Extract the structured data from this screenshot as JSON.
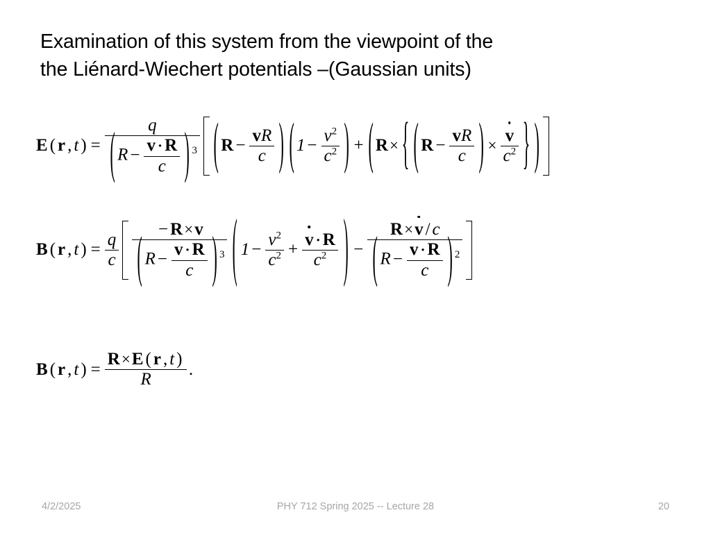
{
  "slide": {
    "background_color": "#ffffff",
    "text_color": "#000000"
  },
  "title": {
    "line1": "Examination of this system from the viewpoint of the",
    "line2": "the Liénard-Wiechert potentials –(Gaussian units)"
  },
  "equations": {
    "electric_field": {
      "id": "eq-e",
      "latex": "\\mathbf{E}(\\mathbf{r},t) = \\frac{q}{\\left(R - \\frac{\\mathbf{v}\\cdot\\mathbf{R}}{c}\\right)^{3}} \\left[ \\left( \\mathbf{R} - \\frac{\\mathbf{v}R}{c} \\right)\\left( 1 - \\frac{v^{2}}{c^{2}} \\right) + \\left( \\mathbf{R} \\times \\left\\{ \\left( \\mathbf{R} - \\frac{\\mathbf{v}R}{c} \\right) \\times \\frac{\\dot{\\mathbf{v}}}{c^{2}} \\right\\} \\right) \\right]",
      "tokens": {
        "lhs_E": "E",
        "lhs_open": "(",
        "lhs_r": "r",
        "lhs_comma": ",",
        "lhs_t": "t",
        "lhs_close": ")",
        "equals": "=",
        "q": "q",
        "R": "R",
        "minus": "−",
        "plus": "+",
        "times": "×",
        "cdot": "·",
        "v_bold": "v",
        "v_italic": "v",
        "c": "c",
        "one": "1",
        "exp_two": "2",
        "exp_three": "3"
      }
    },
    "magnetic_field_full": {
      "id": "eq-b1",
      "latex": "\\mathbf{B}(\\mathbf{r},t) = \\frac{q}{c}\\left[ \\frac{-\\mathbf{R}\\times\\mathbf{v}}{\\left(R-\\frac{\\mathbf{v}\\cdot\\mathbf{R}}{c}\\right)^{3}} \\left( 1 - \\frac{v^{2}}{c^{2}} + \\frac{\\dot{\\mathbf{v}}\\cdot\\mathbf{R}}{c^{2}} \\right) - \\frac{\\mathbf{R}\\times\\dot{\\mathbf{v}}/c}{\\left(R-\\frac{\\mathbf{v}\\cdot\\mathbf{R}}{c}\\right)^{2}} \\right]",
      "tokens": {
        "lhs_B": "B",
        "slash": "/"
      }
    },
    "magnetic_field_short": {
      "id": "eq-b2",
      "latex": "\\mathbf{B}(\\mathbf{r},t) = \\frac{\\mathbf{R}\\times\\mathbf{E}(\\mathbf{r},t)}{R}.",
      "tokens": {
        "period": "."
      }
    }
  },
  "footer": {
    "date": "4/2/2025",
    "center": "PHY 712  Spring 2025 -- Lecture 28",
    "page_number": "20",
    "color": "#a6a6a6"
  }
}
